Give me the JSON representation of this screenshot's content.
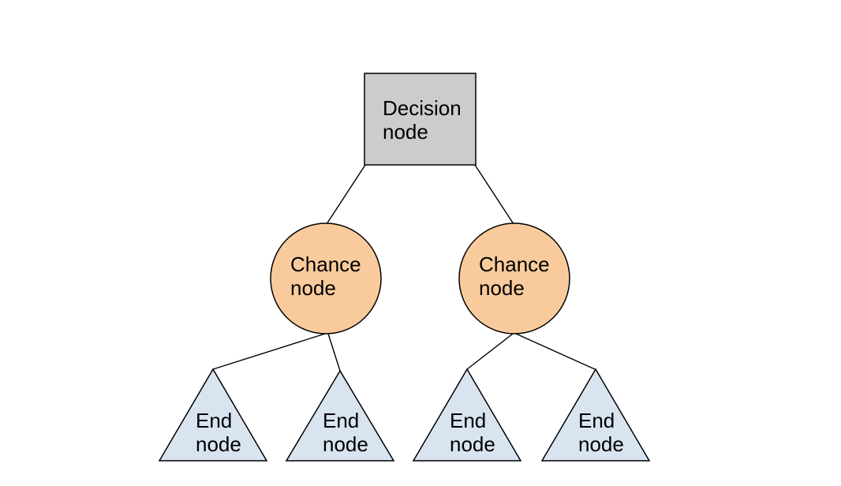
{
  "colors": {
    "background": "#ffffff",
    "decision_fill": "#cccccc",
    "chance_fill": "#f9cb9c",
    "end_fill": "#d9e4f1",
    "edge": "#000000",
    "text": "#000000"
  },
  "nodes": {
    "decision": {
      "line1": "Decision",
      "line2": "node"
    },
    "chance": [
      {
        "line1": "Chance",
        "line2": "node"
      },
      {
        "line1": "Chance",
        "line2": "node"
      }
    ],
    "end": [
      {
        "line1": "End",
        "line2": "node"
      },
      {
        "line1": "End",
        "line2": "node"
      },
      {
        "line1": "End",
        "line2": "node"
      },
      {
        "line1": "End",
        "line2": "node"
      }
    ]
  }
}
